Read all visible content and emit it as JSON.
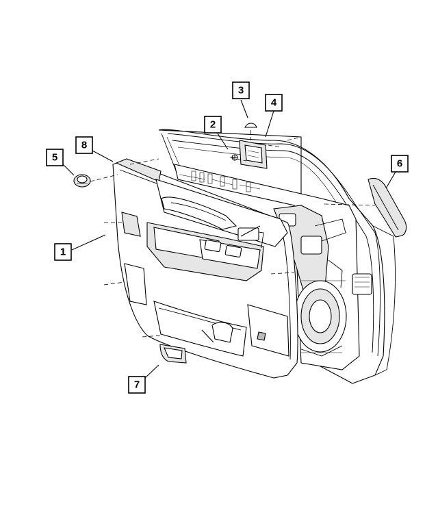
{
  "callouts": [
    {
      "id": "1",
      "label": "1"
    },
    {
      "id": "2",
      "label": "2"
    },
    {
      "id": "3",
      "label": "3"
    },
    {
      "id": "4",
      "label": "4"
    },
    {
      "id": "5",
      "label": "5"
    },
    {
      "id": "6",
      "label": "6"
    },
    {
      "id": "7",
      "label": "7"
    },
    {
      "id": "8",
      "label": "8"
    }
  ],
  "colors": {
    "ink": "#000000",
    "background": "#ffffff",
    "shade": "#e6e6e6"
  }
}
